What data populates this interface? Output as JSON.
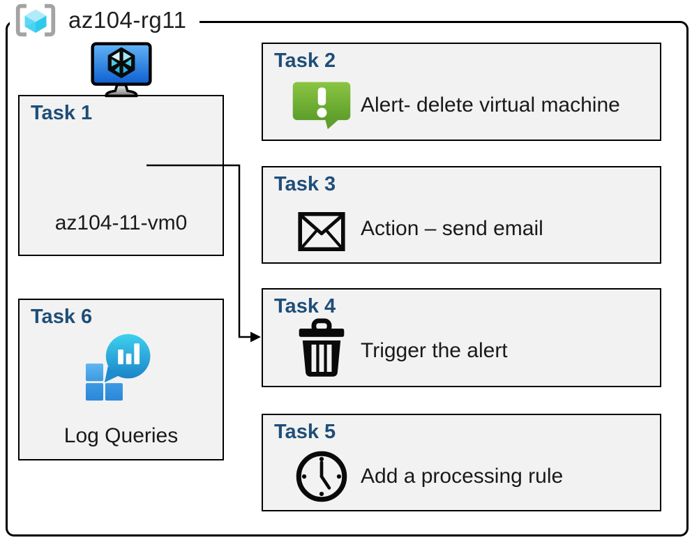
{
  "diagram": {
    "resource_group": {
      "name": "az104-rg11",
      "icon": "resource-group-icon"
    },
    "tasks": [
      {
        "title": "Task 1",
        "label": "az104-11-vm0",
        "icon": "virtual-machine-icon"
      },
      {
        "title": "Task 2",
        "label": "Alert- delete virtual machine",
        "icon": "alert-icon"
      },
      {
        "title": "Task 3",
        "label": "Action – send email",
        "icon": "email-icon"
      },
      {
        "title": "Task 4",
        "label": "Trigger the alert",
        "icon": "trash-icon"
      },
      {
        "title": "Task 5",
        "label": "Add a processing rule",
        "icon": "clock-icon"
      },
      {
        "title": "Task 6",
        "label": "Log Queries",
        "icon": "log-analytics-icon"
      }
    ],
    "connector": {
      "from": "Task 1",
      "to": "Task 4",
      "style": "elbow-arrow"
    },
    "colors": {
      "task_title": "#1F4E79",
      "box_fill": "#F2F2F2",
      "box_border": "#000000",
      "alert_green_light": "#8AC543",
      "alert_green_dark": "#5D9E2A",
      "vm_screen_light": "#62B4F7",
      "vm_screen_dark": "#0D5FD0",
      "cube_cyan_top": "#B0EBF9",
      "cube_cyan_left": "#5CD8F6",
      "cube_cyan_right": "#2FC9EC",
      "bracket_gray": "#A3A3A3",
      "log_bubble_light": "#3FD0EE",
      "log_bubble_dark": "#1B84C8",
      "log_square_light": "#57B0EC",
      "log_square_dark": "#2B87D8"
    }
  }
}
